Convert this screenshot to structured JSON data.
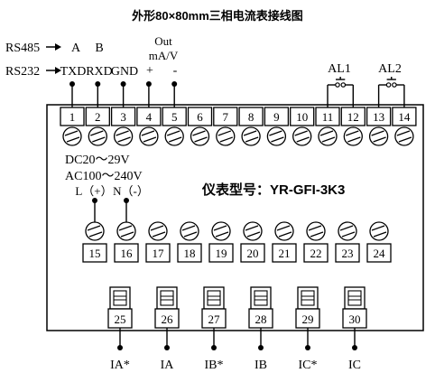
{
  "title": "外形80×80mm三相电流表接线图",
  "model": "仪表型号：YR-GFI-3K3",
  "comm": {
    "rs485": "RS485",
    "rs232": "RS232",
    "a": "A",
    "b": "B",
    "txd": "TXD",
    "rxd": "RXD",
    "gnd": "GND"
  },
  "output": {
    "label_line1": "Out",
    "label_line2": "mA/V",
    "plus": "+",
    "minus": "-"
  },
  "alarms": [
    "AL1",
    "AL2"
  ],
  "power": {
    "dc": "DC20～29V",
    "ac": "AC100～240V",
    "l": "L（+）",
    "n": "N（-）"
  },
  "terminals_top": [
    "1",
    "2",
    "3",
    "4",
    "5",
    "6",
    "7",
    "8",
    "9",
    "10",
    "11",
    "12",
    "13",
    "14"
  ],
  "terminals_mid": [
    "15",
    "16",
    "17",
    "18",
    "19",
    "20",
    "21",
    "22",
    "23",
    "24"
  ],
  "terminals_bottom": [
    "25",
    "26",
    "27",
    "28",
    "29",
    "30"
  ],
  "current_inputs": [
    "IA*",
    "IA",
    "IB*",
    "IB",
    "IC*",
    "IC"
  ]
}
